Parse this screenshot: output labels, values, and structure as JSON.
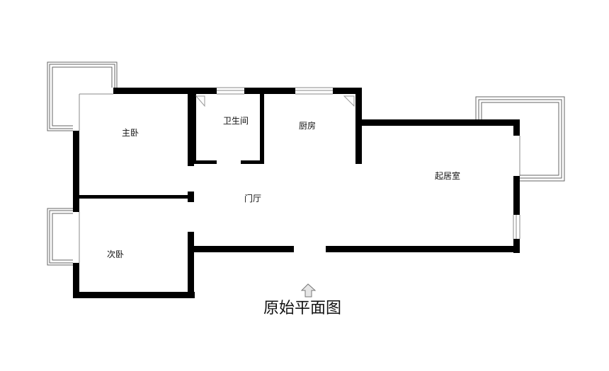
{
  "plan": {
    "title": "原始平面图",
    "wall_color": "#000000",
    "thin_line_color": "#888888",
    "rooms": {
      "master_bedroom": "主卧",
      "bathroom": "卫生间",
      "kitchen": "厨房",
      "living_room": "起居室",
      "entrance_hall": "门厅",
      "second_bedroom": "次卧"
    },
    "icons": {
      "entrance": "entrance-arrow-icon"
    }
  }
}
